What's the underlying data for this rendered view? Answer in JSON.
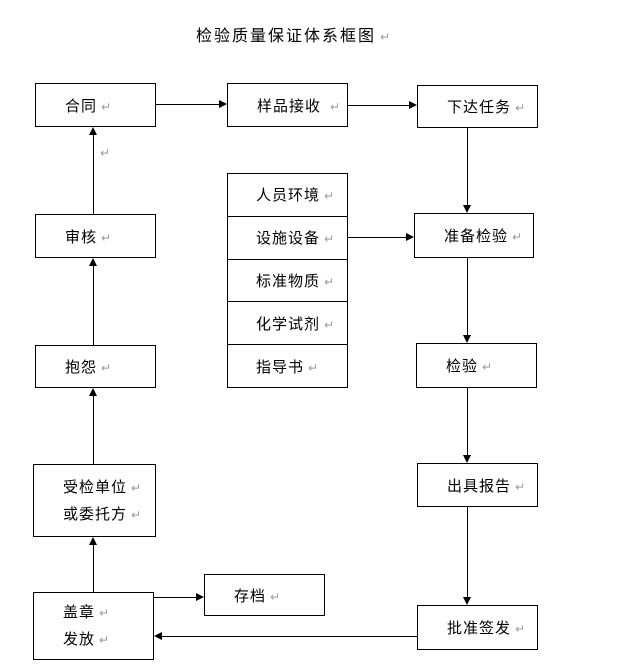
{
  "title": "检验质量保证体系框图",
  "marks": {
    "paragraph": "↵"
  },
  "nodes": {
    "contract": "合同",
    "sample_receive": "样品接收",
    "assign_task": "下达任务",
    "review": "审核",
    "complaint": "抱怨",
    "inspected_unit_line1": "受检单位",
    "inspected_unit_line2": "或委托方",
    "seal_line1": "盖章",
    "seal_line2": "发放",
    "archive": "存档",
    "prepare_inspection": "准备检验",
    "inspection": "检验",
    "issue_report": "出具报告",
    "approve_issue": "批准签发"
  },
  "resources": [
    "人员环境",
    "设施设备",
    "标准物质",
    "化学试剂",
    "指导书"
  ]
}
